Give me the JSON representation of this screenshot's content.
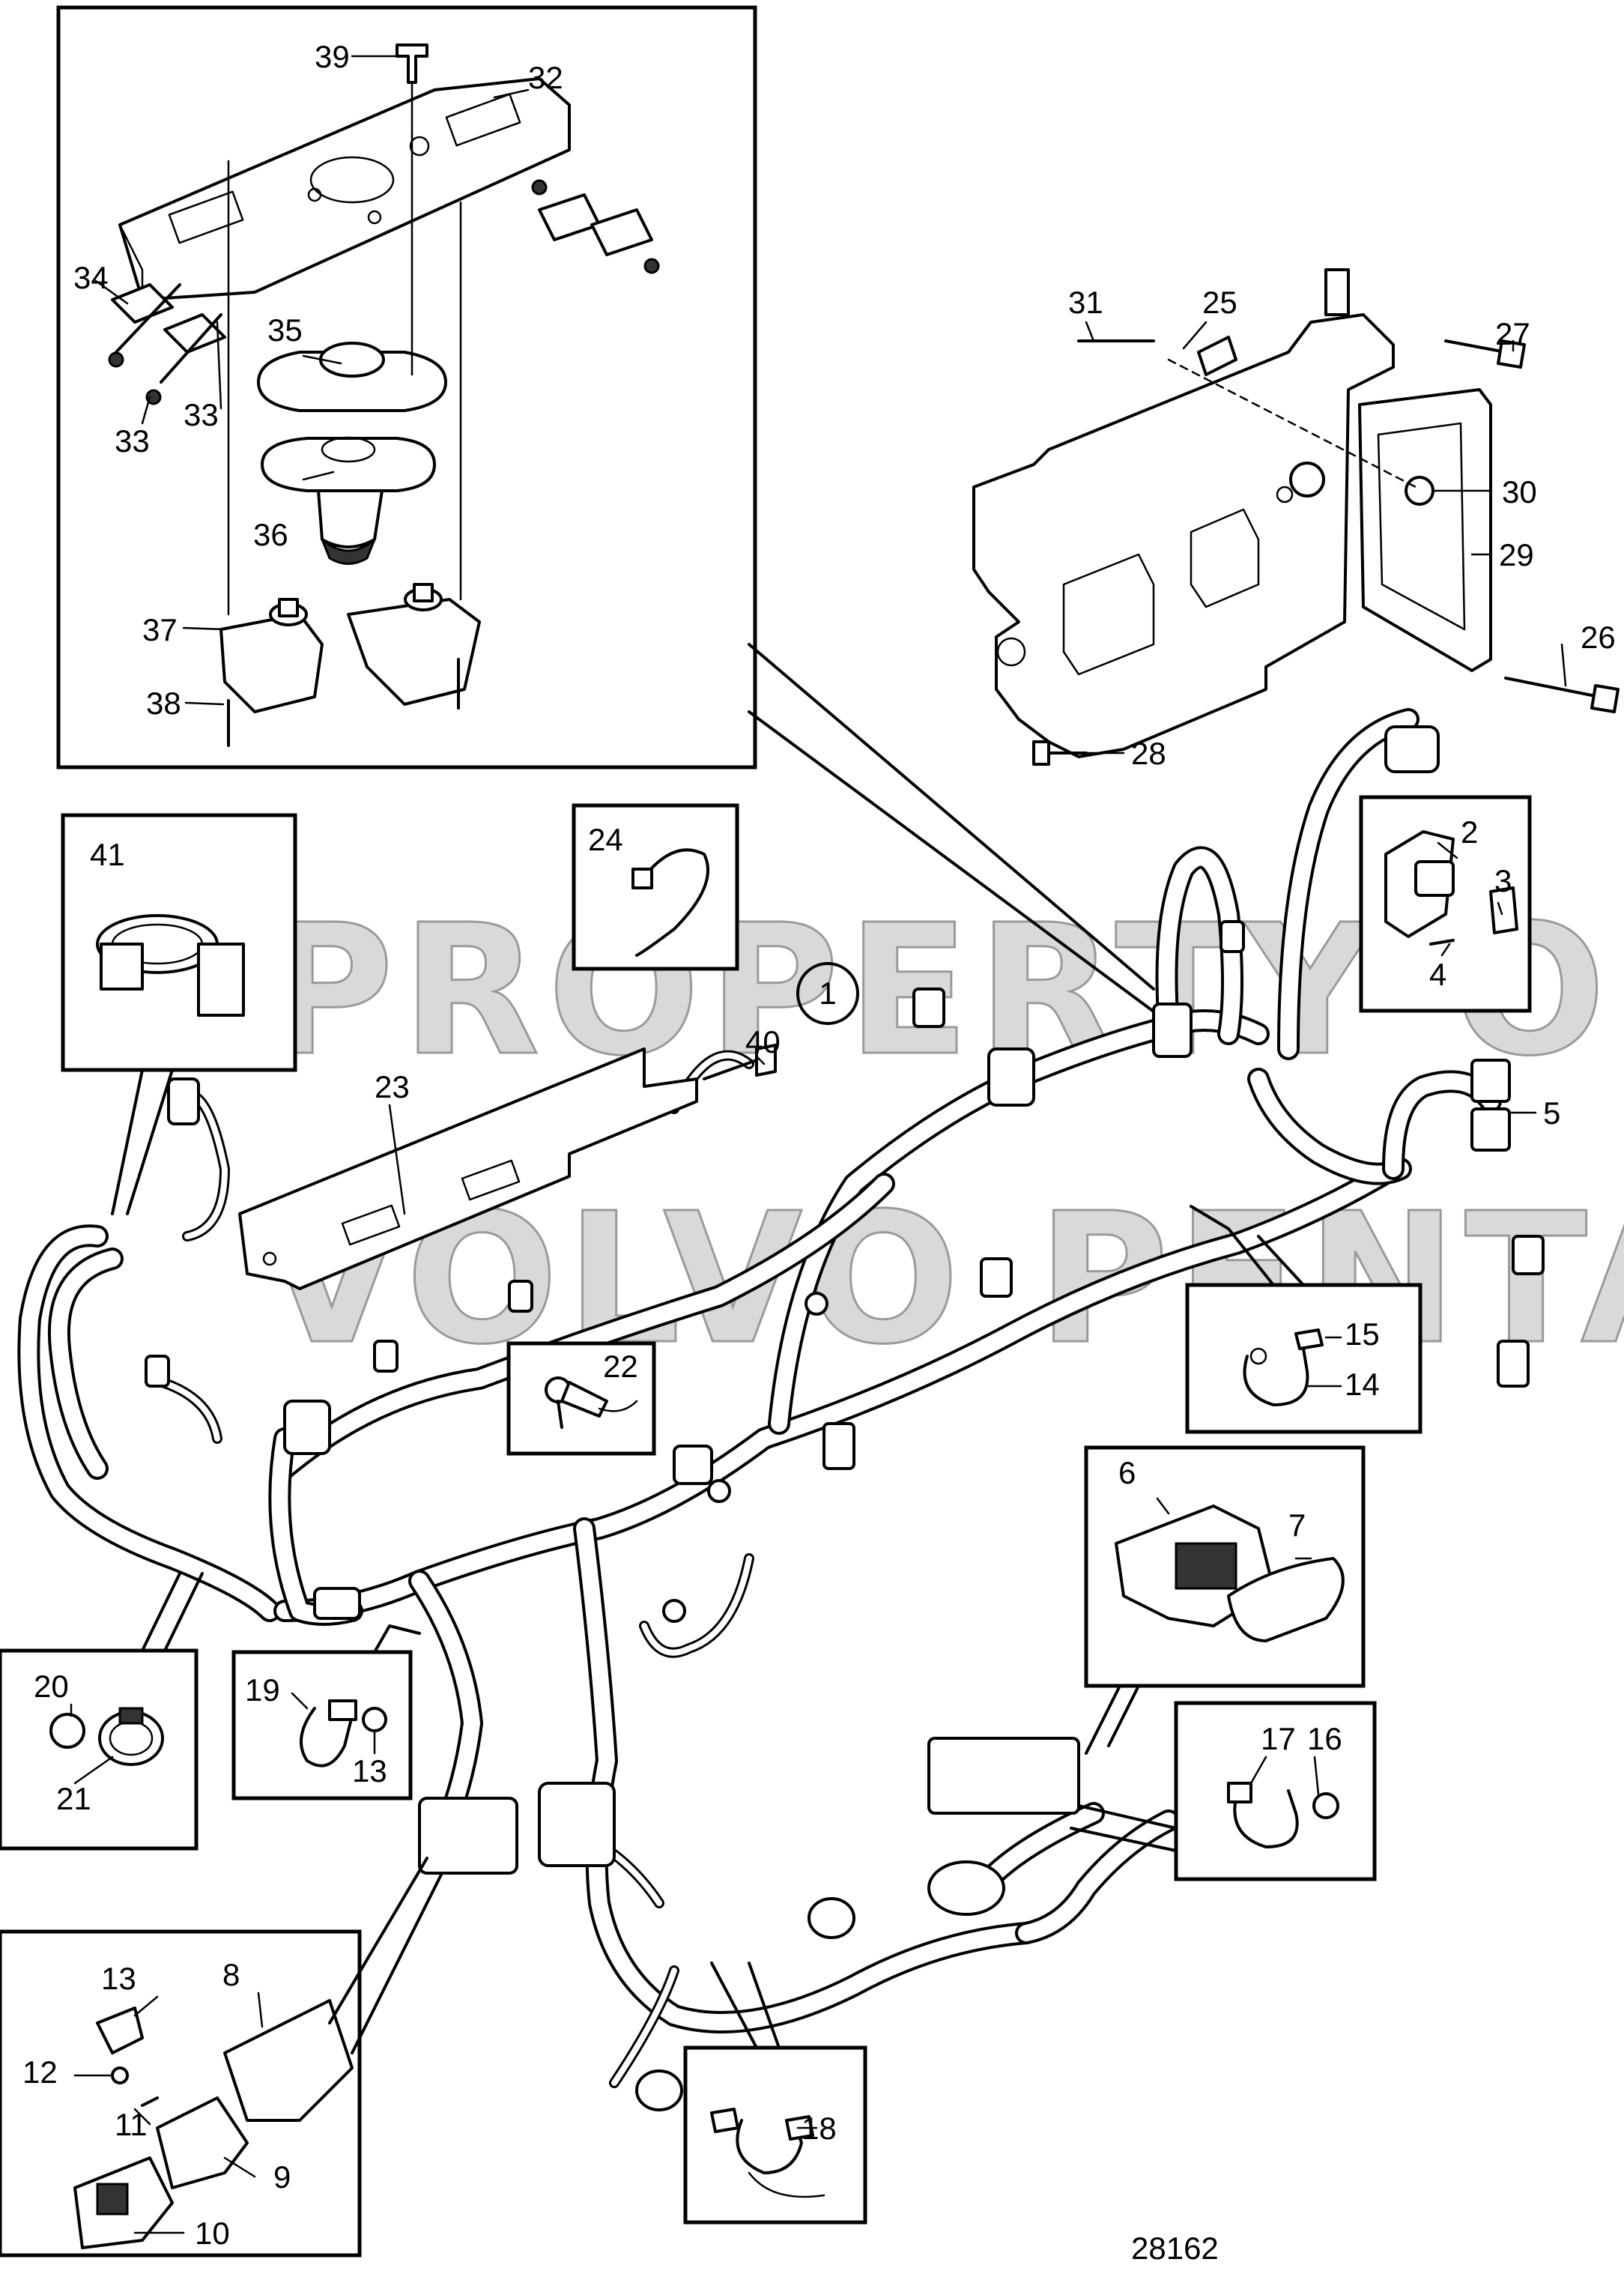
{
  "watermark": {
    "line1": "PROPERTY OF",
    "line2": "VOLVO PENTA"
  },
  "drawing_number": "28162",
  "main_ref": "1",
  "callouts": [
    {
      "id": "c39",
      "text": "39"
    },
    {
      "id": "c32",
      "text": "32"
    },
    {
      "id": "c34",
      "text": "34"
    },
    {
      "id": "c35",
      "text": "35"
    },
    {
      "id": "c33a",
      "text": "33"
    },
    {
      "id": "c33b",
      "text": "33"
    },
    {
      "id": "c36",
      "text": "36"
    },
    {
      "id": "c37",
      "text": "37"
    },
    {
      "id": "c38",
      "text": "38"
    },
    {
      "id": "c31",
      "text": "31"
    },
    {
      "id": "c25",
      "text": "25"
    },
    {
      "id": "c27",
      "text": "27"
    },
    {
      "id": "c30",
      "text": "30"
    },
    {
      "id": "c29",
      "text": "29"
    },
    {
      "id": "c26",
      "text": "26"
    },
    {
      "id": "c28",
      "text": "28"
    },
    {
      "id": "c41",
      "text": "41"
    },
    {
      "id": "c24",
      "text": "24"
    },
    {
      "id": "c2",
      "text": "2"
    },
    {
      "id": "c3",
      "text": "3"
    },
    {
      "id": "c4",
      "text": "4"
    },
    {
      "id": "c40",
      "text": "40"
    },
    {
      "id": "c23",
      "text": "23"
    },
    {
      "id": "c5",
      "text": "5"
    },
    {
      "id": "c15",
      "text": "15"
    },
    {
      "id": "c14",
      "text": "14"
    },
    {
      "id": "c22",
      "text": "22"
    },
    {
      "id": "c6",
      "text": "6"
    },
    {
      "id": "c7",
      "text": "7"
    },
    {
      "id": "c20",
      "text": "20"
    },
    {
      "id": "c21",
      "text": "21"
    },
    {
      "id": "c19",
      "text": "19"
    },
    {
      "id": "c13a",
      "text": "13"
    },
    {
      "id": "c17",
      "text": "17"
    },
    {
      "id": "c16",
      "text": "16"
    },
    {
      "id": "c13b",
      "text": "13"
    },
    {
      "id": "c8",
      "text": "8"
    },
    {
      "id": "c12",
      "text": "12"
    },
    {
      "id": "c11",
      "text": "11"
    },
    {
      "id": "c9",
      "text": "9"
    },
    {
      "id": "c10",
      "text": "10"
    },
    {
      "id": "c18",
      "text": "18"
    }
  ]
}
